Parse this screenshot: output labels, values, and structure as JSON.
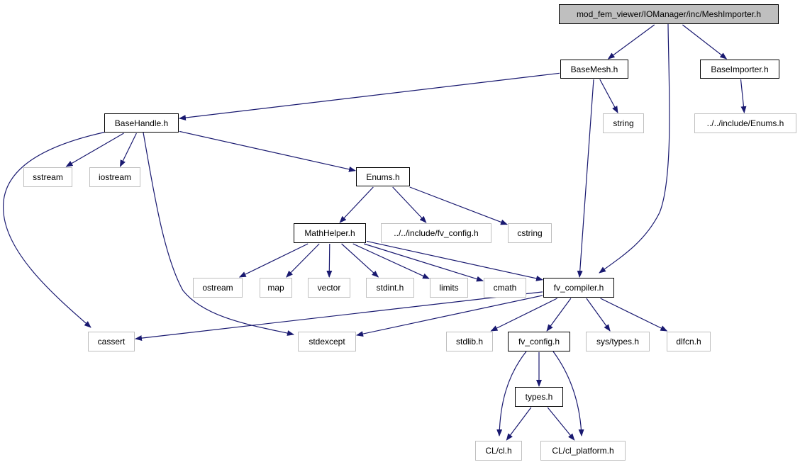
{
  "graph": {
    "edge_color": "#191970",
    "nodes": [
      {
        "id": "root",
        "label": "mod_fem_viewer/IOManager/inc/MeshImporter.h",
        "kind": "root"
      },
      {
        "id": "basemesh",
        "label": "BaseMesh.h",
        "kind": "internal"
      },
      {
        "id": "baseimporter",
        "label": "BaseImporter.h",
        "kind": "internal"
      },
      {
        "id": "basehandle",
        "label": "BaseHandle.h",
        "kind": "internal"
      },
      {
        "id": "string",
        "label": "string",
        "kind": "external"
      },
      {
        "id": "enums_inc",
        "label": "../../include/Enums.h",
        "kind": "external"
      },
      {
        "id": "sstream",
        "label": "sstream",
        "kind": "external"
      },
      {
        "id": "iostream",
        "label": "iostream",
        "kind": "external"
      },
      {
        "id": "enums",
        "label": "Enums.h",
        "kind": "internal"
      },
      {
        "id": "mathhelper",
        "label": "MathHelper.h",
        "kind": "internal"
      },
      {
        "id": "fvconfig_inc",
        "label": "../../include/fv_config.h",
        "kind": "external"
      },
      {
        "id": "cstring",
        "label": "cstring",
        "kind": "external"
      },
      {
        "id": "ostream",
        "label": "ostream",
        "kind": "external"
      },
      {
        "id": "map",
        "label": "map",
        "kind": "external"
      },
      {
        "id": "vector",
        "label": "vector",
        "kind": "external"
      },
      {
        "id": "stdint",
        "label": "stdint.h",
        "kind": "external"
      },
      {
        "id": "limits",
        "label": "limits",
        "kind": "external"
      },
      {
        "id": "cmath",
        "label": "cmath",
        "kind": "external"
      },
      {
        "id": "fvcompiler",
        "label": "fv_compiler.h",
        "kind": "internal"
      },
      {
        "id": "cassert",
        "label": "cassert",
        "kind": "external"
      },
      {
        "id": "stdexcept",
        "label": "stdexcept",
        "kind": "external"
      },
      {
        "id": "stdlib",
        "label": "stdlib.h",
        "kind": "external"
      },
      {
        "id": "fvconfig",
        "label": "fv_config.h",
        "kind": "internal"
      },
      {
        "id": "systypes",
        "label": "sys/types.h",
        "kind": "external"
      },
      {
        "id": "dlfcn",
        "label": "dlfcn.h",
        "kind": "external"
      },
      {
        "id": "types",
        "label": "types.h",
        "kind": "internal"
      },
      {
        "id": "clcl",
        "label": "CL/cl.h",
        "kind": "external"
      },
      {
        "id": "clplatform",
        "label": "CL/cl_platform.h",
        "kind": "external"
      }
    ],
    "edges": [
      [
        "root",
        "basemesh"
      ],
      [
        "root",
        "baseimporter"
      ],
      [
        "root",
        "fvcompiler"
      ],
      [
        "basemesh",
        "basehandle"
      ],
      [
        "basemesh",
        "string"
      ],
      [
        "basemesh",
        "fvcompiler"
      ],
      [
        "baseimporter",
        "enums_inc"
      ],
      [
        "basehandle",
        "sstream"
      ],
      [
        "basehandle",
        "iostream"
      ],
      [
        "basehandle",
        "enums"
      ],
      [
        "basehandle",
        "cassert"
      ],
      [
        "basehandle",
        "stdexcept"
      ],
      [
        "enums",
        "mathhelper"
      ],
      [
        "enums",
        "fvconfig_inc"
      ],
      [
        "enums",
        "cstring"
      ],
      [
        "mathhelper",
        "ostream"
      ],
      [
        "mathhelper",
        "map"
      ],
      [
        "mathhelper",
        "vector"
      ],
      [
        "mathhelper",
        "stdint"
      ],
      [
        "mathhelper",
        "limits"
      ],
      [
        "mathhelper",
        "cmath"
      ],
      [
        "mathhelper",
        "fvcompiler"
      ],
      [
        "fvcompiler",
        "cassert"
      ],
      [
        "fvcompiler",
        "stdexcept"
      ],
      [
        "fvcompiler",
        "stdlib"
      ],
      [
        "fvcompiler",
        "fvconfig"
      ],
      [
        "fvcompiler",
        "systypes"
      ],
      [
        "fvcompiler",
        "dlfcn"
      ],
      [
        "fvconfig",
        "types"
      ],
      [
        "fvconfig",
        "clcl"
      ],
      [
        "fvconfig",
        "clplatform"
      ],
      [
        "types",
        "clcl"
      ],
      [
        "types",
        "clplatform"
      ]
    ]
  }
}
